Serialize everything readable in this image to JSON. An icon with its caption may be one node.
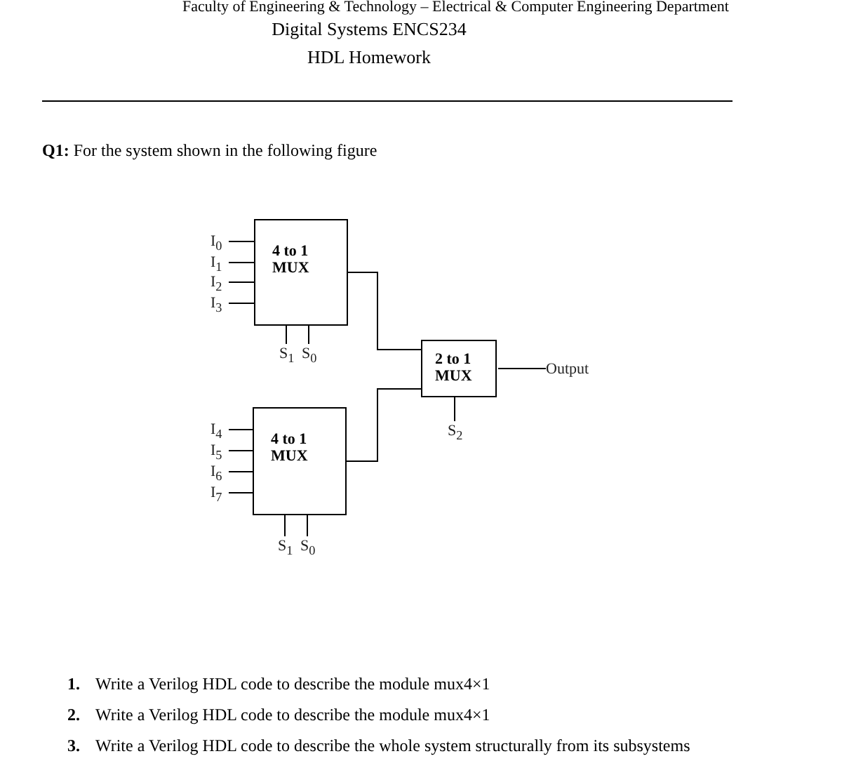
{
  "diagram": {
    "title": "Digital Systems ENCS234",
    "nodes": [
      {
        "text": [
          "I$_{0}$"
        ]
      },
      {
        "text": [
          "I$_{1}$"
        ]
      },
      {
        "text": [
          "I$_{2}$"
        ]
      },
      {
        "text": [
          "I$_{3}$"
        ]
      },
      {
        "text": [
          "4 to 1 MUX"
        ]
      },
      {
        "text": [
          "S$_{1}$"
        ]
      },
      {
        "text": [
          "S$_{0}$"
        ]
      },
      {
        "text": [
          "2 to 1 MUX"
        ]
      },
      {
        "text": [
          "Output"
        ]
      },
      {
        "text": [
          "S$_{2}$"
        ]
      },
      {
        "text": [
          "I$_{4}$"
        ]
      },
      {
        "text": [
          "I$_{5}$"
        ]
      },
      {
        "text": [
          "I$_{6}$"
        ]
      },
      {
        "text": [
          "I$_{7}$"
        ]
      },
      {
        "text": [
          "4 to 1 MUX"
        ]
      },
      {
        "text": [
          "S$_{1}$"
        ]
      },
      {
        "text": [
          "S$_{0}$"
        ]
      }
    ],
    "edges": [
      {
        "from": 0,
        "to": 4,
        "arrow": "none"
      },
      {
        "from": 1,
        "to": 4,
        "arrow": "none"
      },
      {
        "from": 2,
        "to": 4,
        "arrow": "none"
      },
      {
        "from": 3,
        "to": 4,
        "arrow": "none"
      },
      {
        "from": 5,
        "to": 4,
        "arrow": "none"
      },
      {
        "from": 6,
        "to": 4,
        "arrow": "none"
      },
      {
        "from": 4,
        "to": 7,
        "arrow": "none"
      },
      {
        "from": 7,
        "to": 8,
        "arrow": "none"
      },
      {
        "from": 9,
        "to": 7,
        "arrow": "none"
      },
      {
        "from": 10,
        "to": 14,
        "arrow": "none"
      },
      {
        "from": 11,
        "to": 14,
        "arrow": "none"
      },
      {
        "from": 12,
        "to": 14,
        "arrow": "none"
      },
      {
        "from": 13,
        "to": 14,
        "arrow": "none"
      },
      {
        "from": 15,
        "to": 14,
        "arrow": "none"
      },
      {
        "from": 16,
        "to": 14,
        "arrow": "none"
      },
      {
        "from": 14,
        "to": 7,
        "arrow": "none"
      }
    ],
    "labels": [
      "Faculty of Engineering & Technology – Electrical & Computer Engineering Department",
      "HDL Homework",
      "**Q1:** For the system shown in the following figure",
      "1.",
      "Write a Verilog HDL code to describe the module mux4×1",
      "2.",
      "Write a Verilog HDL code to describe the module mux4×1",
      "3.",
      "Write a Verilog HDL code to describe the whole system structurally from its subsystems"
    ]
  }
}
